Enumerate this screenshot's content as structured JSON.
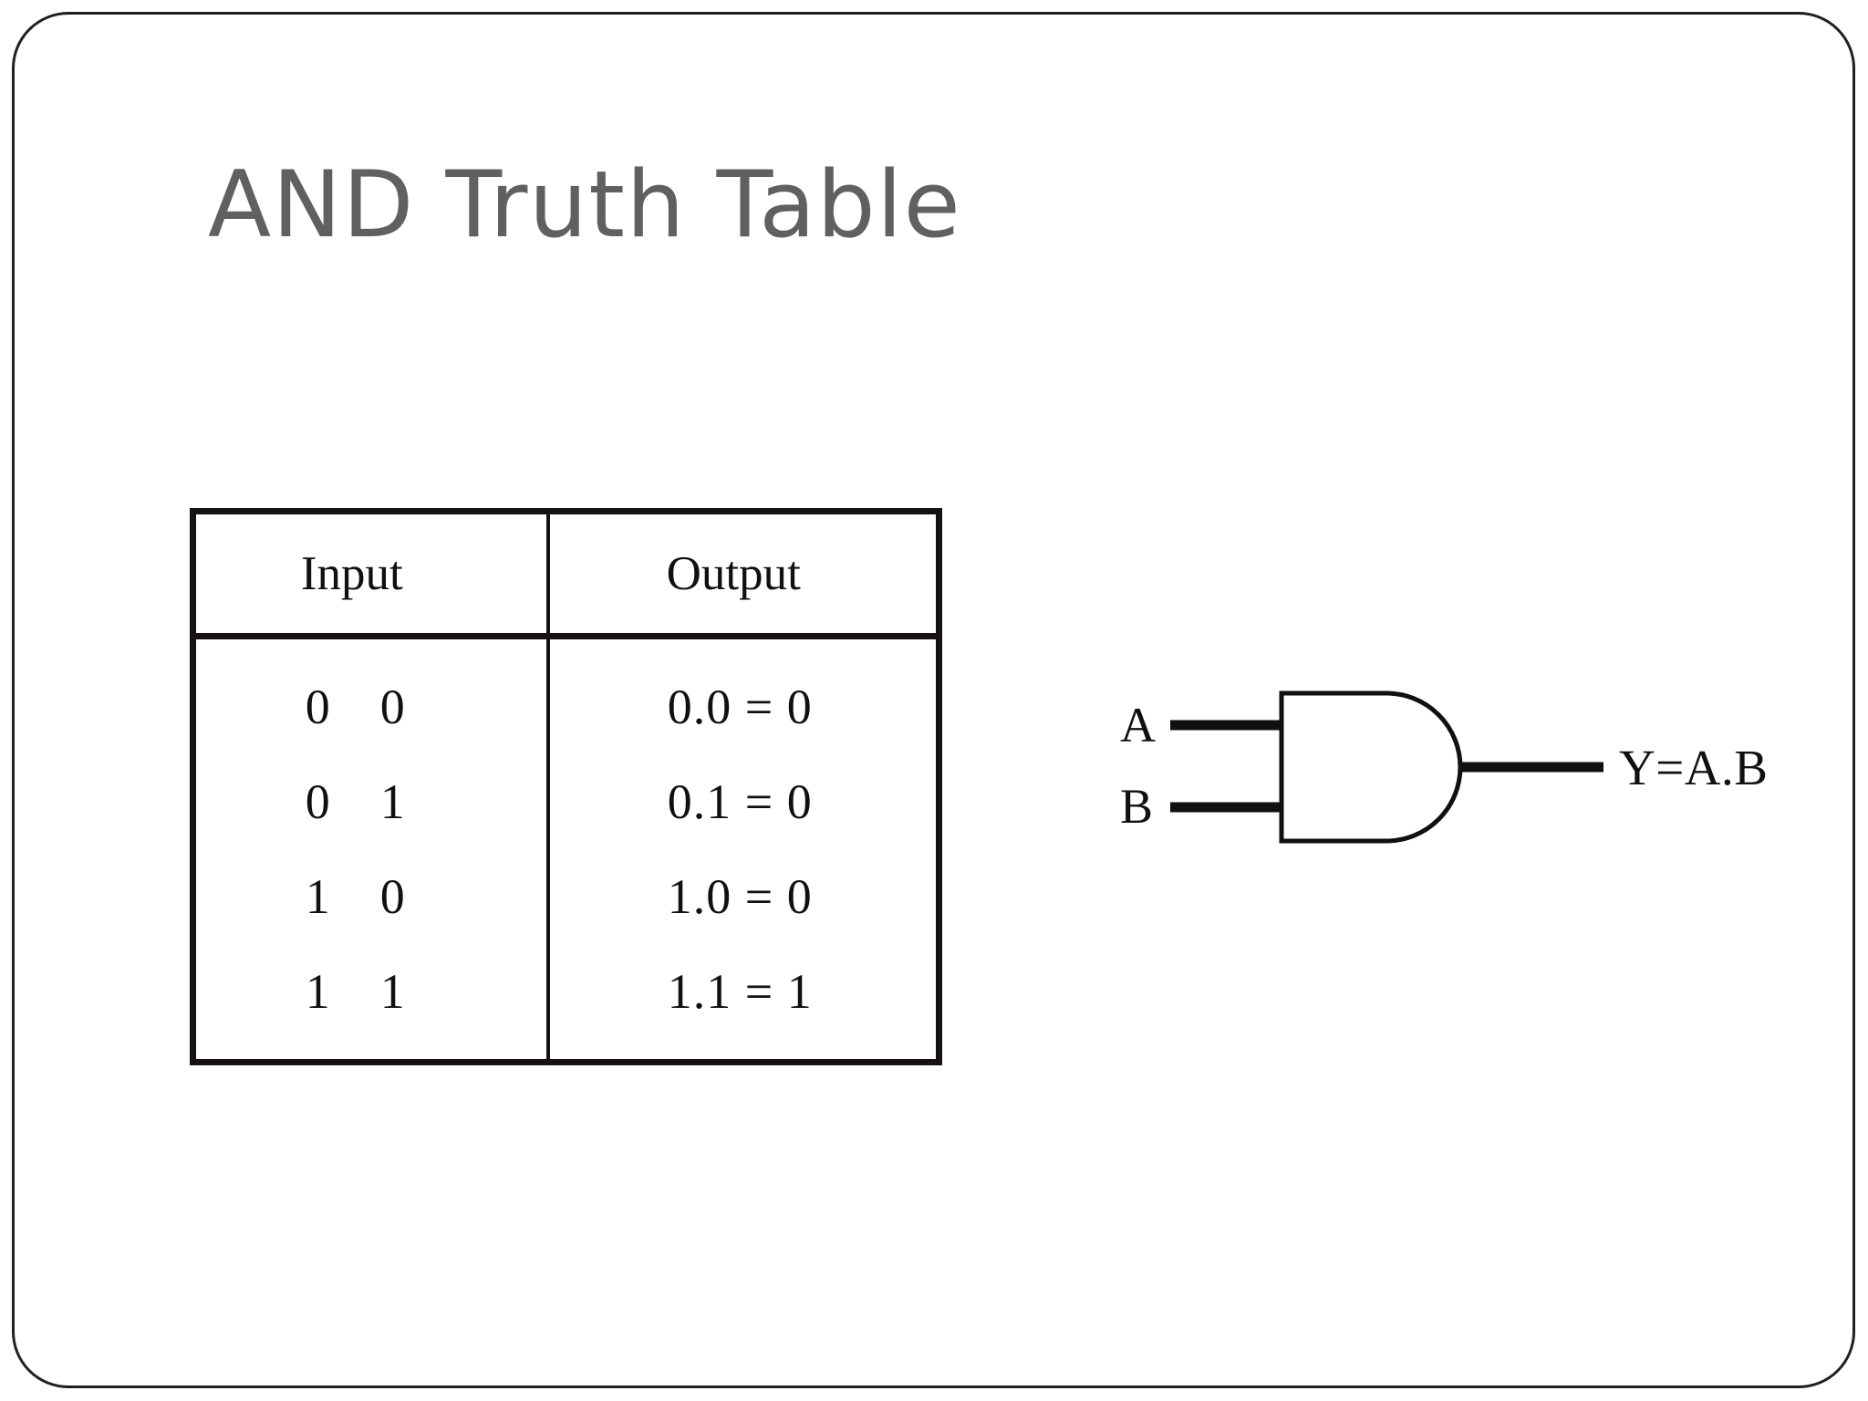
{
  "slide": {
    "title": "AND Truth Table",
    "title_color": "#606060",
    "background_color": "#ffffff",
    "frame_color": "#231f20"
  },
  "truth_table": {
    "headers": [
      "Input",
      "Output"
    ],
    "rows": [
      {
        "input_a": "0",
        "input_b": "0",
        "output": "0.0 = 0"
      },
      {
        "input_a": "0",
        "input_b": "1",
        "output": "0.1 = 0"
      },
      {
        "input_a": "1",
        "input_b": "0",
        "output": "1.0 = 0"
      },
      {
        "input_a": "1",
        "input_b": "1",
        "output": "1.1 = 1"
      }
    ],
    "border_color": "#161213",
    "text_color": "#120f0f"
  },
  "gate_diagram": {
    "type": "AND",
    "input_labels": [
      "A",
      "B"
    ],
    "output_label": "Y=A.B",
    "stroke_color": "#120f0f"
  }
}
